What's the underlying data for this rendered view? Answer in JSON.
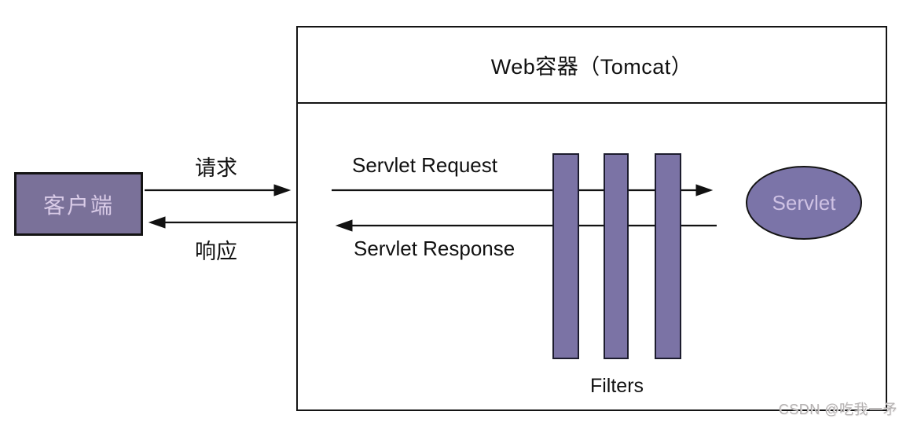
{
  "diagram": {
    "container_title": "Web容器（Tomcat）",
    "client": {
      "label": "客户端"
    },
    "flows": {
      "request_label": "请求",
      "response_label": "响应",
      "servlet_request_label": "Servlet Request",
      "servlet_response_label": "Servlet Response"
    },
    "filters": {
      "label": "Filters",
      "count": 3
    },
    "servlet": {
      "label": "Servlet"
    },
    "watermark": "CSDN @吃我一矛",
    "colors": {
      "client_fill": "#7a7199",
      "filter_fill": "#7b73a5",
      "servlet_fill": "#7b74a8",
      "node_text": "#d9cbe7",
      "line": "#111111",
      "border": "#141414",
      "watermark_text": "#b5b2b2"
    }
  }
}
